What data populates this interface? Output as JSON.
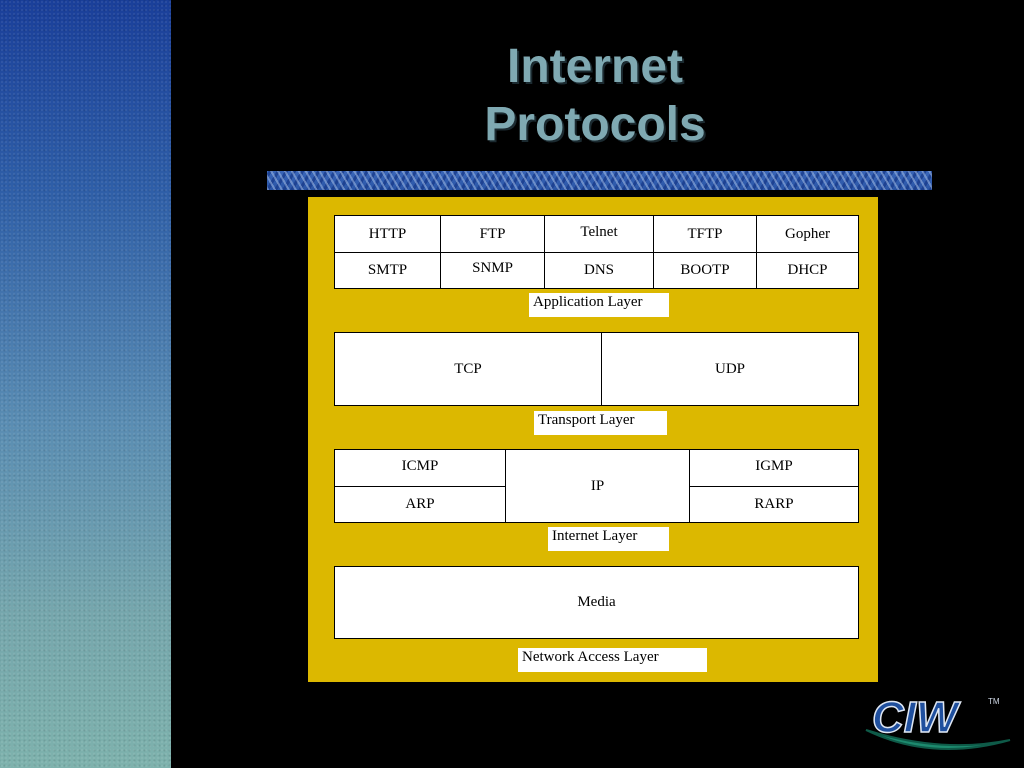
{
  "slide": {
    "title_line1": "Internet",
    "title_line2": "Protocols"
  },
  "application_layer": {
    "row1": [
      "HTTP",
      "FTP",
      "Telnet",
      "TFTP",
      "Gopher"
    ],
    "row2": [
      "SMTP",
      "SNMP",
      "DNS",
      "BOOTP",
      "DHCP"
    ],
    "label": "Application Layer"
  },
  "transport_layer": {
    "cells": [
      "TCP",
      "UDP"
    ],
    "label": "Transport Layer"
  },
  "internet_layer": {
    "left_top": "ICMP",
    "left_bottom": "ARP",
    "center": "IP",
    "right_top": "IGMP",
    "right_bottom": "RARP",
    "label": "Internet Layer"
  },
  "network_access_layer": {
    "cell": "Media",
    "label": "Network Access Layer"
  },
  "logo": {
    "text": "CIW",
    "trademark": "TM"
  },
  "colors": {
    "panel": "#dcb800",
    "title": "#7fa9b2",
    "background": "#000000"
  }
}
